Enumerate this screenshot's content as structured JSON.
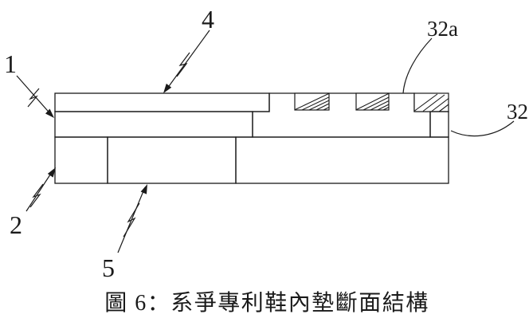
{
  "figure": {
    "caption": "圖 6：系爭專利鞋內墊斷面結構",
    "labels": {
      "l1": "1",
      "l2": "2",
      "l4": "4",
      "l5": "5",
      "l32a": "32a",
      "l32": "32"
    },
    "colors": {
      "line": "#1a1a1a",
      "background": "#ffffff"
    }
  }
}
